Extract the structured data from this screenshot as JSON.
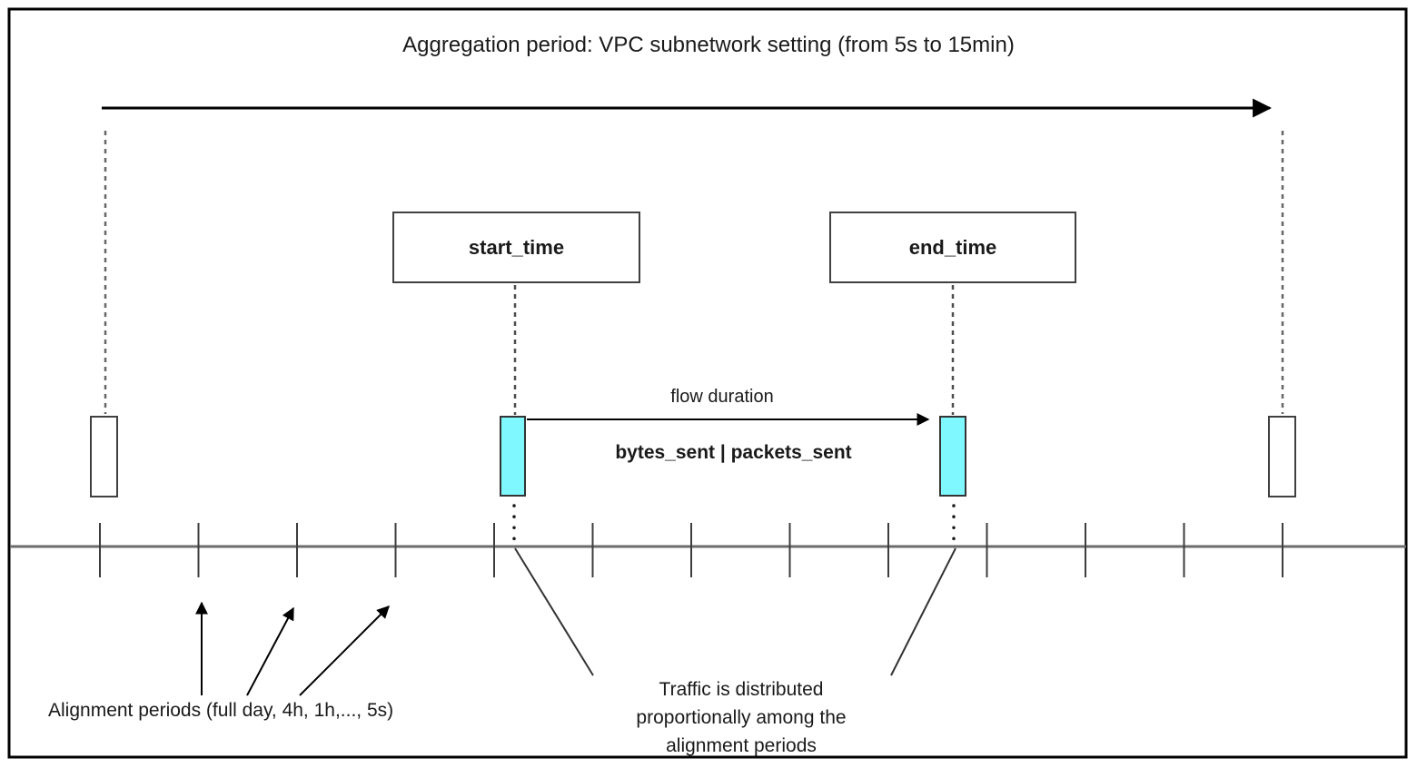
{
  "title": "Aggregation period: VPC subnetwork setting (from 5s to 15min)",
  "boxes": {
    "start_time": "start_time",
    "end_time": "end_time"
  },
  "flow": {
    "duration_label": "flow duration",
    "metrics_label": "bytes_sent | packets_sent"
  },
  "annotations": {
    "alignment_periods_label": "Alignment periods (full day, 4h, 1h,..., 5s)",
    "traffic_note_lines": [
      "Traffic is distributed",
      "proportionally among the",
      "alignment periods"
    ]
  },
  "colors": {
    "interval_bar_fill": "#80F8FF",
    "timeline_line": "#666666",
    "line_black": "#000000"
  }
}
